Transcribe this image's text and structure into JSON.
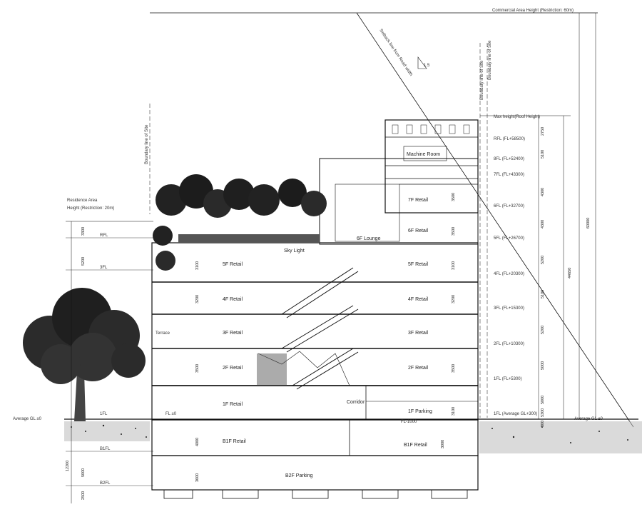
{
  "top_labels": {
    "commercial_height": "Commercial Area Height (Restriction: 60m)",
    "setback_line": "Setback line from Road width",
    "boundary_right_1": "Boundary line of Site",
    "boundary_right_2": "Boundary line of Site",
    "boundary_left": "Boundary line of Site",
    "slope": "1.5"
  },
  "left_labels": {
    "residence_height_1": "Residence Area",
    "residence_height_2": "Height (Restriction: 20m)",
    "average_gl_left": "Average GL ±0",
    "terrace": "Terrace"
  },
  "left_levels": [
    "RFL",
    "3FL",
    "1FL",
    "B1FL",
    "B2FL"
  ],
  "left_dims": [
    "3300",
    "5200",
    "5000",
    "12200",
    "2500"
  ],
  "right_levels": [
    "Max height(Roof Height)",
    "RFL (FL+58500)",
    "8FL (FL+52400)",
    "7FL (FL+43300)",
    "6FL (FL+32700)",
    "5FL (FL+26700)",
    "4FL (FL+20300)",
    "3FL (FL+15300)",
    "2FL (FL+10300)",
    "1FL (FL+5300)",
    "1FL (Average GL+300)",
    "Average GL ±0"
  ],
  "right_dims": [
    "2750",
    "5100",
    "4300",
    "4300",
    "5200",
    "5100",
    "5200",
    "5000",
    "5000",
    "5300",
    "300"
  ],
  "overall_dims": [
    "60000",
    "44650"
  ],
  "rooms": {
    "machine_room": "Machine Room",
    "f7_retail": "7F Retail",
    "f6_retail": "6F Retail",
    "f6_lounge": "6F Lounge",
    "skylight": "Sky Light",
    "f5_retail_l": "5F Retail",
    "f5_retail_r": "5F Retail",
    "f4_retail_l": "4F Retail",
    "f4_retail_r": "4F Retail",
    "f3_retail_l": "3F Retail",
    "f3_retail_r": "3F Retail",
    "f2_retail_l": "2F Retail",
    "f2_retail_r": "2F Retail",
    "f1_retail": "1F Retail",
    "corridor": "Corridor",
    "f1_parking": "1F Parking",
    "b1_retail_l": "B1F Retail",
    "b1_retail_r": "B1F Retail",
    "b2_parking": "B2F Parking",
    "fl_pm0": "FL ±0",
    "fl_m1000": "FL-1000"
  },
  "floor_dims": {
    "d7": "3500",
    "d6": "3500",
    "d5l": "3100",
    "d5r": "3100",
    "d4": "3200",
    "d4r": "3200",
    "d2l": "3500",
    "d2r": "3500",
    "d1": "3100",
    "b1": "4000",
    "b1r": "3000",
    "b2": "3600"
  }
}
